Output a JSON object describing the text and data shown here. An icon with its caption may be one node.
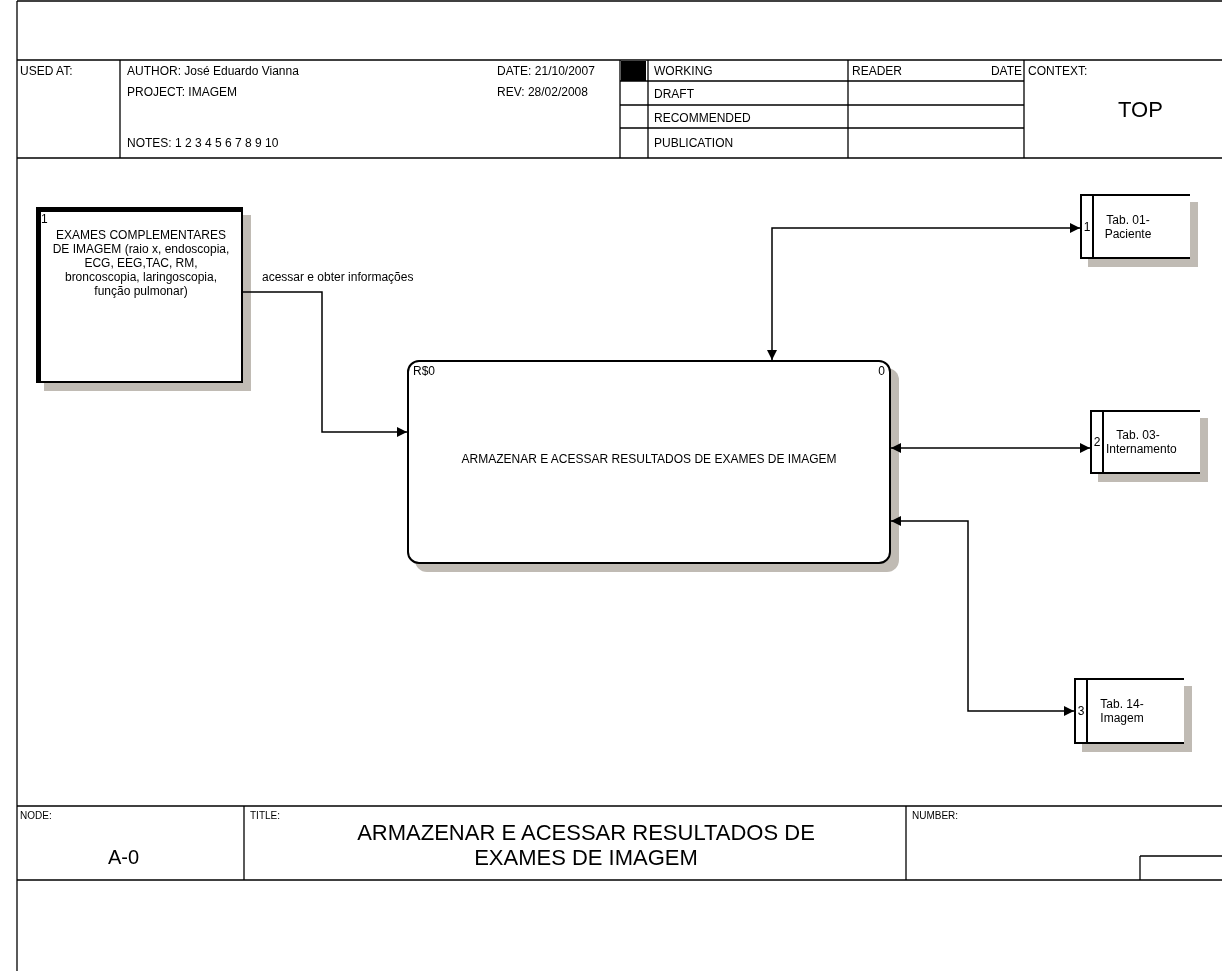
{
  "diagram": {
    "title": "ARMAZENAR E ACESSAR RESULTADOS DE EXAMES DE IMAGEM",
    "nodes": [
      {
        "text": [
          "1",
          "EXAMES COMPLEMENTARES DE IMAGEM (raio x, endoscopia, ECG, EEG,TAC, RM, broncoscopia, laringoscopia, função pulmonar)"
        ]
      },
      {
        "text": [
          "R$0",
          "0",
          "ARMAZENAR E ACESSAR RESULTADOS DE EXAMES DE IMAGEM"
        ]
      },
      {
        "text": [
          "1",
          "Tab. 01- Paciente"
        ]
      },
      {
        "text": [
          "2",
          "Tab. 03- Internamento"
        ]
      },
      {
        "text": [
          "3",
          "Tab. 14- Imagem"
        ]
      }
    ],
    "edges": [
      {
        "from": 0,
        "to": 1,
        "arrow": "to",
        "label": "acessar e obter informações"
      },
      {
        "from": 1,
        "to": 2,
        "arrow": "both"
      },
      {
        "from": 1,
        "to": 3,
        "arrow": "both"
      },
      {
        "from": 1,
        "to": 4,
        "arrow": "both"
      }
    ],
    "labels": [
      "USED AT:",
      "AUTHOR: José Eduardo Vianna",
      "DATE: 21/10/2007",
      "WORKING",
      "READER",
      "DATE",
      "CONTEXT:",
      "PROJECT: IMAGEM",
      "REV: 28/02/2008",
      "DRAFT",
      "TOP",
      "RECOMMENDED",
      "NOTES: 1 2 3 4 5 6 7 8 9 10",
      "PUBLICATION",
      "NODE:",
      "TITLE:",
      "NUMBER:",
      "A-0"
    ]
  }
}
